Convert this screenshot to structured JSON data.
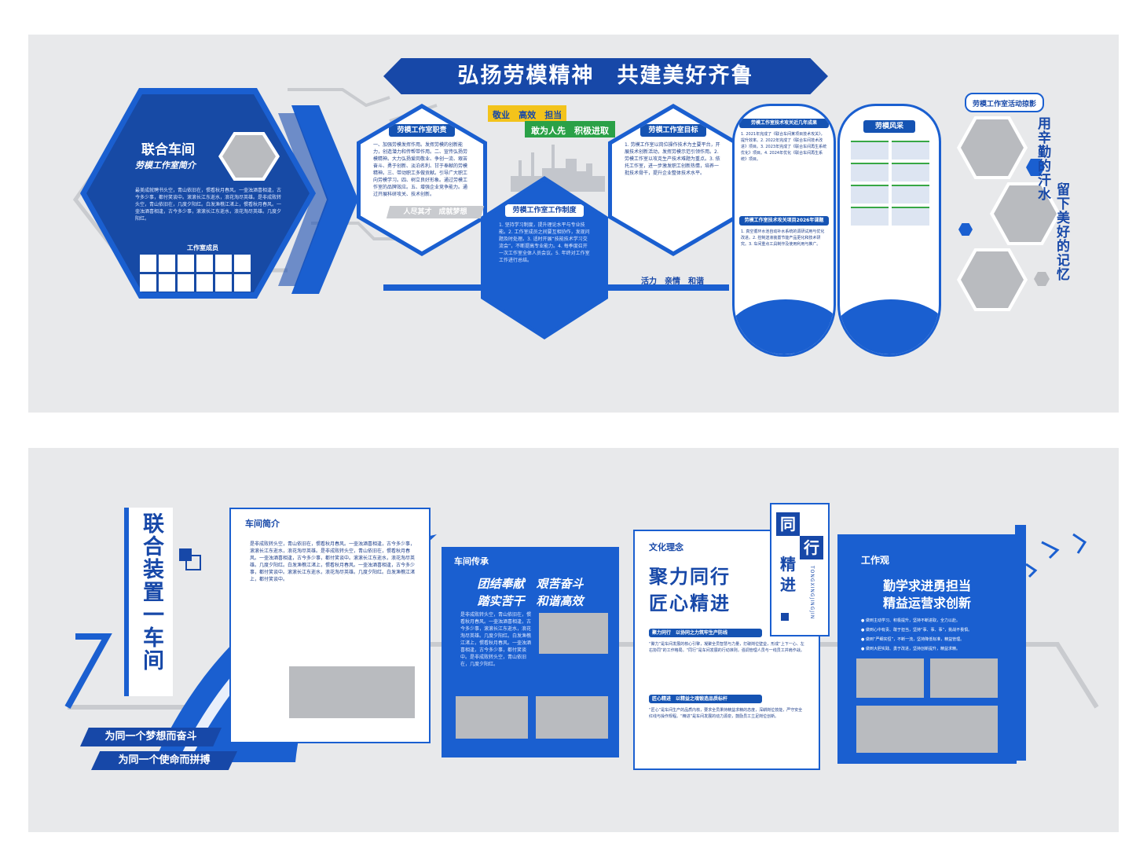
{
  "top": {
    "banner": "弘扬劳模精神　共建美好齐鲁",
    "left_card": {
      "title": "联合车间",
      "subtitle": "劳模工作室简介",
      "body": "最美成就聘书头空，青山依旧在，惯看秋月春风。一壶浊酒喜相逢，古今多少事，都付笑谈中。滚滚长江东逝水，浪花淘尽英雄。是非成败转头空，青山依旧在，几度夕阳红。白发渔樵江渚上，惯看秋月春风。一壶浊酒喜相逢，古今多少事，滚滚长江东逝水，浪花淘尽英雄。几度夕阳红。",
      "members_label": "工作室成员"
    },
    "duty": {
      "title": "劳模工作室职责",
      "body": "一、加强劳模发挥作用。发挥劳模的创新能力，创造潜力和传帮带作用。二、宣传弘扬劳模精神。大力弘扬爱岗敬业、争创一流、艰苦奋斗、勇于创新、淡泊名利、甘于奉献的劳模精神。三、带动职工多做贡献。引导广大职工向劳模学习。四、树立良好形象。通过劳模工作室的品牌效应。五、增强企业竞争能力。通过开展科研攻关、技术创新。"
    },
    "slogan_tags": [
      "敬业",
      "高效",
      "担当"
    ],
    "slogan_green": "敢为人先　积极进取",
    "slogan_bottom_left": "人尽其才　成就梦想",
    "system": {
      "title": "劳模工作室工作制度",
      "body": "1. 坚持学习制度，提升理论水平与专业技能。2. 工作室成员之间要互相协作，发现问题及时处理。3. 适时开展“技能技术学习交流会”，不断提高专业能力。4. 每季度召开一次工作室全体人员会议。5. 年终对工作室工作进行总结。"
    },
    "goal": {
      "title": "劳模工作室目标",
      "body": "1. 劳模工作室以岗位操作技术为主要平台，开展技术创新活动，发挥劳模示范引领作用。2. 劳模工作室以攻克生产技术难题为重点。3. 依托工作室，进一步激发职工创新热情，培养一批技术骨干，提升企业整体技术水平。"
    },
    "slogan_bottom_right": "活力　亲情　和谐",
    "achievements": {
      "title": "劳模工作室技术攻关近几年成果",
      "body": "1. 2021年完成了《联合车间某项目技术攻关》，提升效率。2. 2022年完成了《联合车间技术改进》项目。3. 2023年完成了《联合车间再生系统优化》项目。4. 2024年优化《联合车间再生系统》项目。",
      "subtitle2": "劳模工作室技术攻关项目2026年课题",
      "body2": "1. 真空循环水池自动补水系统的调研试用与优化改进。2. 控制送液装置节能产品更化和技术研究。3. 车间重点工具制作及使用利用与推广。"
    },
    "style_panel": {
      "title": "劳模风采"
    },
    "activity": {
      "title": "劳模工作室活动掠影",
      "vertical_left": "用辛勤的汗水",
      "vertical_right": "留下美好的记忆"
    }
  },
  "bottom": {
    "vertical_title": "联合装置一车间",
    "slogan_1": "为同一个梦想而奋斗",
    "slogan_2": "为同一个使命而拼搏",
    "intro": {
      "title": "车间简介",
      "body": "是非成败转头空，青山依旧在，惯看秋月春风。一壶浊酒喜相逢，古今多少事，滚滚长江东逝水，浪花淘尽英雄。是非成败转头空，青山依旧在，惯看秋月春风。一壶浊酒喜相逢，古今多少事，都付笑谈中。滚滚长江东逝水，浪花淘尽英雄。几度夕阳红。白发渔樵江渚上，惯看秋月春风。一壶浊酒喜相逢，古今多少事，都付笑谈中。滚滚长江东逝水，浪花淘尽英雄。几度夕阳红。白发渔樵江渚上，都付笑谈中。"
    },
    "heritage": {
      "title": "车间传承",
      "line1": "团结奉献　艰苦奋斗",
      "line2": "踏实苦干　和谐高效",
      "body": "是非成败转头空，青山依旧在，惯看秋月春风。一壶浊酒喜相逢，古今多少事，滚滚长江东逝水，浪花淘尽英雄。几度夕阳红。白发渔樵江渚上，惯看秋月春风。一壶浊酒喜相逢，古今多少事，都付笑谈中。是非成败转头空，青山依旧在，几度夕阳红。"
    },
    "culture": {
      "title": "文化理念",
      "line1": "聚力同行",
      "line2": "匠心精进",
      "sub1": "聚力同行　以协同之力筑牢生产防线",
      "body1": "“聚力”是车间发展的核心引擎，凝聚全员智慧与力量，打破岗位壁垒，形成“上下一心、左右协同”的工作格局。“同行”是车间发展的行动准则，强调管理人员与一线员工并肩作战。",
      "sub2": "匠心精进　以精益之魂锻造品质标杆",
      "body2": "“匠心”是车间生产的品质内核，要求全员秉持精益求精的态度，深耕岗位技能，严守安全红线与操作规程。“精进”是车间发展的动力源泉，鼓励员工立足岗位创新。"
    },
    "tongxing": {
      "chars": [
        "同",
        "行",
        "精",
        "进"
      ],
      "pinyin": "TONGXINGJINGJIN"
    },
    "work_view": {
      "title": "工作观",
      "line1": "勤学求进勇担当",
      "line2": "精益运营求创新",
      "bullets": [
        "做到主动学习、积极提升，坚持不断进取，全力以赴。",
        "做到心中有责、敢于担当，坚持“事、事、事”，挑战不畏惧。",
        "做到“严细实恒”，不断一流，坚持降低标准，精益管理。",
        "做到大胆实践、勇于改进，坚持创新提升，精益求精。"
      ]
    }
  }
}
